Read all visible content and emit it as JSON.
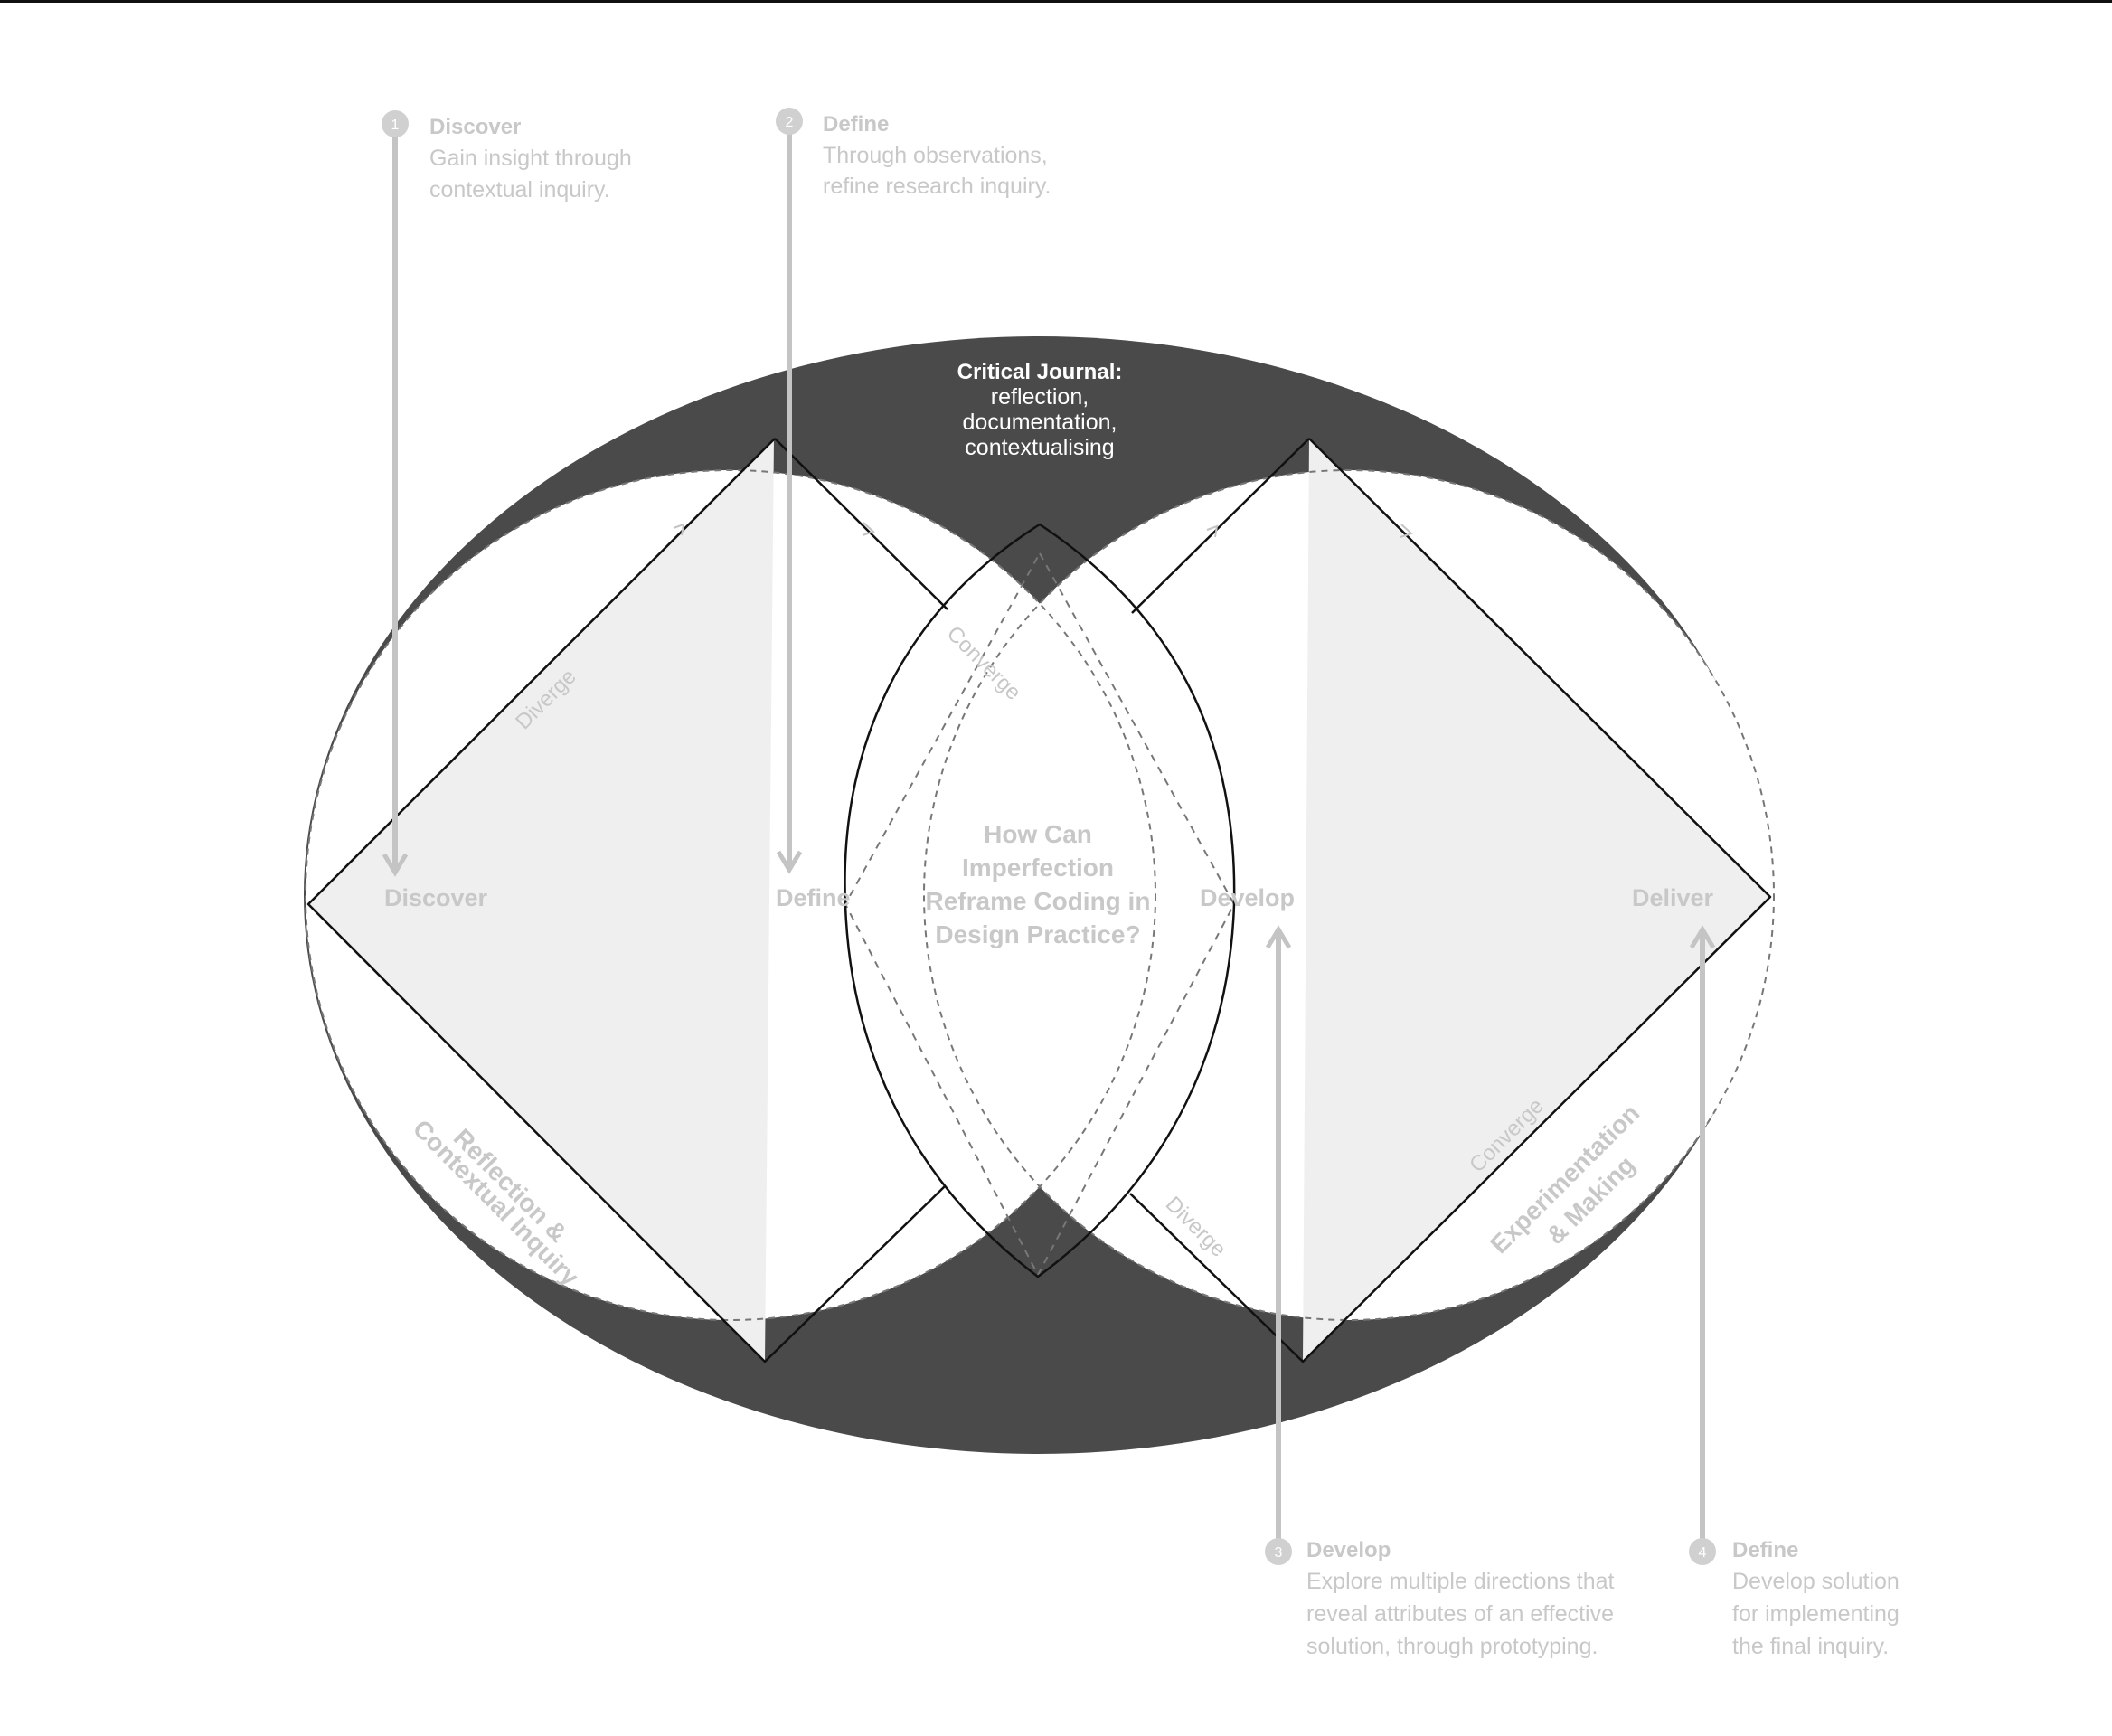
{
  "colors": {
    "dark": "#4a4a4a",
    "light_fill": "#efefef",
    "faint_text": "#c8c8c8",
    "line": "#111111",
    "pointer": "#c4c4c4"
  },
  "journal": {
    "title": "Critical Journal:",
    "line1": "reflection,",
    "line2": "documentation,",
    "line3": "contextualising"
  },
  "center_question": {
    "line1": "How Can",
    "line2": "Imperfection",
    "line3": "Reframe Coding in",
    "line4": "Design Practice?"
  },
  "phases": {
    "discover": "Discover",
    "define": "Define",
    "develop": "Develop",
    "deliver": "Deliver"
  },
  "edge_labels": {
    "diverge_1": "Diverge",
    "converge_1": "Converge",
    "diverge_2": "Diverge",
    "converge_2": "Converge",
    "reflection_line1": "Reflection &",
    "reflection_line2": "Contextual Inquiry",
    "experimentation_line1": "Experimentation",
    "experimentation_line2": "& Making"
  },
  "annotations": [
    {
      "number": "1",
      "title": "Discover",
      "lines": [
        "Gain insight through",
        "contextual inquiry."
      ]
    },
    {
      "number": "2",
      "title": "Define",
      "lines": [
        "Through observations,",
        "refine research inquiry."
      ]
    },
    {
      "number": "3",
      "title": "Develop",
      "lines": [
        "Explore multiple directions that",
        "reveal attributes of an effective",
        "solution, through prototyping."
      ]
    },
    {
      "number": "4",
      "title": "Define",
      "lines": [
        "Develop solution",
        "for implementing",
        "the final inquiry."
      ]
    }
  ]
}
